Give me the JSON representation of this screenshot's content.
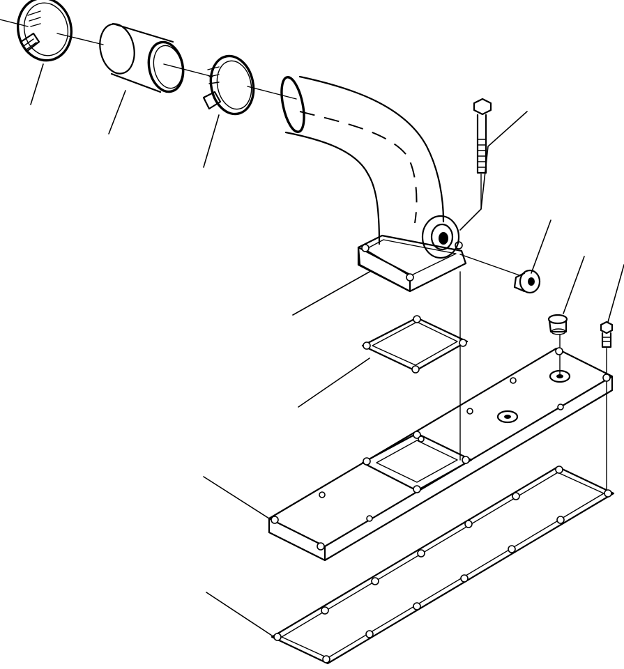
{
  "diagram": {
    "kind": "exploded-parts-view",
    "callout_labels": [],
    "parts": [
      "hose-clamp",
      "connector-hose",
      "hose-clamp",
      "elbow-pipe",
      "bolt",
      "plug",
      "gasket",
      "plug",
      "plug",
      "intake-manifold",
      "manifold-gasket"
    ]
  }
}
